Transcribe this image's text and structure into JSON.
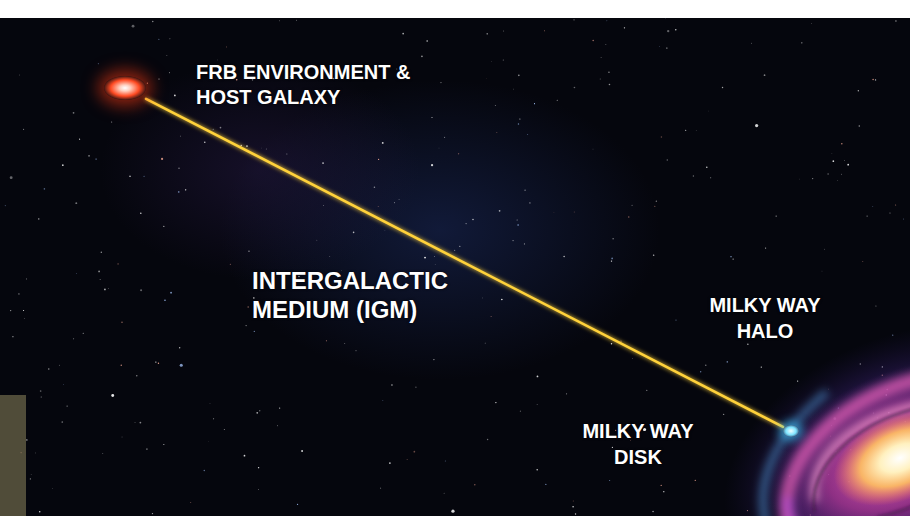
{
  "diagram": {
    "nodes": [
      {
        "text": [
          "FRB ENVIRONMENT & HOST GALAXY"
        ]
      },
      {
        "text": [
          "MILKY WAY HALO",
          "MILKY WAY DISK"
        ]
      }
    ],
    "edges": [
      {
        "from": 0,
        "to": 1,
        "arrow": "none"
      }
    ],
    "labels": [
      "INTERGALACTIC MEDIUM (IGM)"
    ]
  }
}
